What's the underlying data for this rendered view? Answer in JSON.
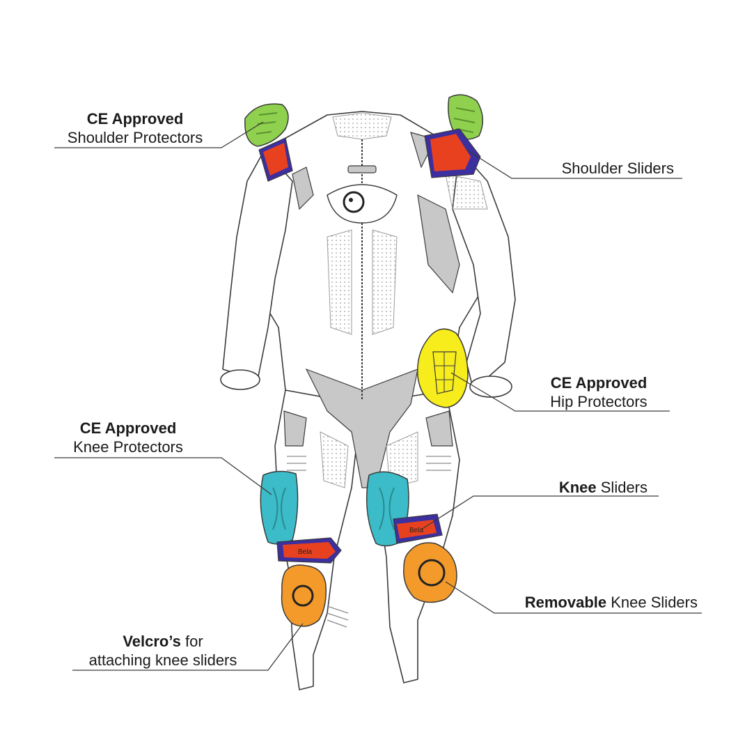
{
  "callouts": {
    "shoulder_protectors": {
      "bold": "CE Approved",
      "text": "Shoulder Protectors"
    },
    "shoulder_sliders": {
      "text": "Shoulder Sliders"
    },
    "hip_protectors": {
      "bold": "CE Approved",
      "text": "Hip Protectors"
    },
    "knee_protectors": {
      "bold": "CE Approved",
      "text": "Knee Protectors"
    },
    "knee_sliders": {
      "bold": "Knee",
      "text": " Sliders"
    },
    "removable_knee_sliders": {
      "bold": "Removable",
      "text": " Knee Sliders"
    },
    "velcros": {
      "bold": "Velcro’s",
      "text": " for",
      "text2": "attaching knee sliders"
    }
  },
  "colors": {
    "shoulder_protector": "#8fd14f",
    "shoulder_slider_red": "#e8411f",
    "shoulder_slider_blue": "#3c2fa0",
    "hip_protector": "#f7ec1c",
    "knee_protector": "#3cbcc8",
    "knee_slider_red": "#e8411f",
    "knee_slider_blue": "#3c2fa0",
    "removable_slider": "#f39a2b",
    "suit_grey": "#c8c8c8",
    "outline": "#3a3a3a"
  },
  "suit_logo_text": "Bela"
}
